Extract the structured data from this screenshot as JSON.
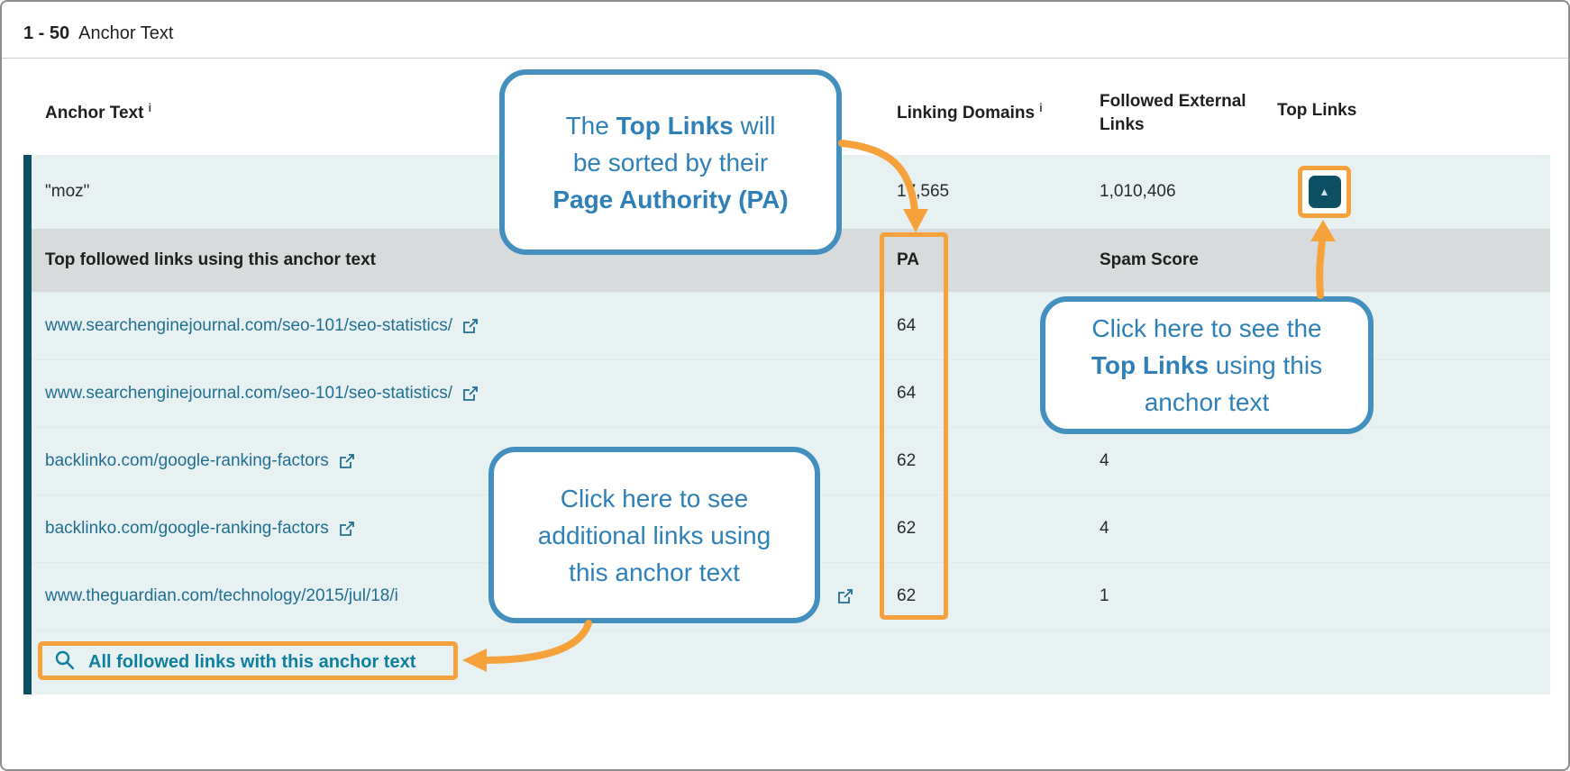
{
  "page": {
    "range_label": "1 - 50",
    "title": "Anchor Text"
  },
  "table": {
    "headers": {
      "anchor_text": "Anchor Text",
      "linking_domains": "Linking Domains",
      "followed_external_links": "Followed External Links",
      "top_links": "Top Links",
      "info_icon_glyph": "i"
    },
    "main_row": {
      "anchor_text": "\"moz\"",
      "linking_domains": "17,565",
      "followed_external_links": "1,010,406"
    },
    "sub_header": {
      "label": "Top followed links using this anchor text",
      "pa": "PA",
      "spam_score": "Spam Score"
    },
    "rows": [
      {
        "url": "www.searchenginejournal.com/seo-101/seo-statistics/",
        "pa": "64",
        "spam_score": ""
      },
      {
        "url": "www.searchenginejournal.com/seo-101/seo-statistics/",
        "pa": "64",
        "spam_score": ""
      },
      {
        "url": "backlinko.com/google-ranking-factors",
        "pa": "62",
        "spam_score": "4"
      },
      {
        "url": "backlinko.com/google-ranking-factors",
        "pa": "62",
        "spam_score": "4"
      },
      {
        "url": "www.theguardian.com/technology/2015/jul/18/i",
        "pa": "62",
        "spam_score": "1"
      }
    ],
    "footer_link_label": "All followed links with this anchor text"
  },
  "icons": {
    "caret_up": "▲"
  },
  "callouts": {
    "top": {
      "t1": "The ",
      "b1": "Top Links",
      "t2": " will",
      "l2": "be sorted by their",
      "b3": "Page Authority (PA)"
    },
    "right": {
      "l1": "Click here to see the",
      "b2": "Top Links",
      "t2": " using this",
      "l3": "anchor text"
    },
    "bottom": {
      "l1": "Click here to see",
      "l2": "additional links using",
      "l3": "this anchor text"
    }
  },
  "colors": {
    "accent_orange": "#F6A23C",
    "callout_blue": "#4390BF",
    "callout_text": "#2E80B6",
    "dark_teal": "#0D4F63",
    "row_teal": "#E8F1F1",
    "subheader_gray": "#D8DBDC",
    "link_teal": "#1F6F90",
    "footer_link_teal": "#0F7F9E"
  }
}
